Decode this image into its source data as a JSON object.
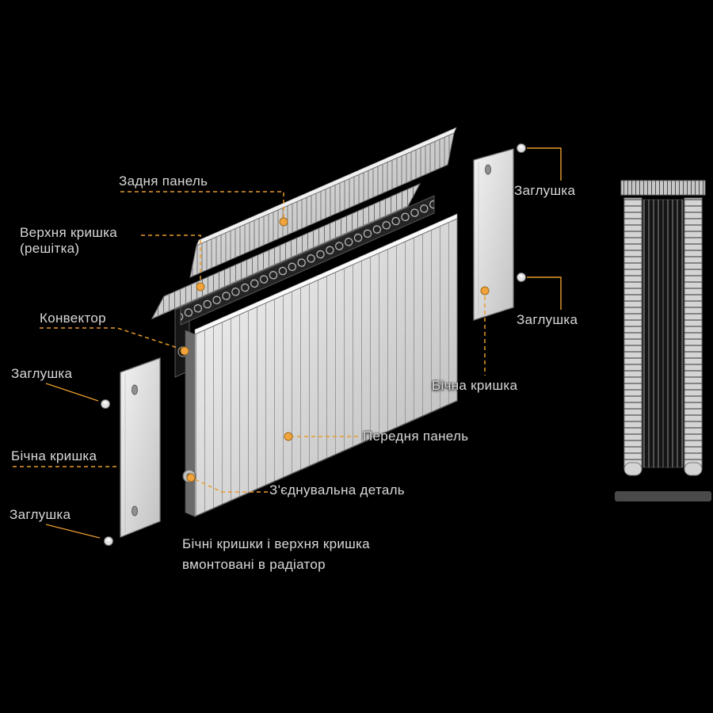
{
  "figure": {
    "labels": {
      "back_panel": "Задня панель",
      "top_cover": "Верхня кришка (решітка)",
      "convector": "Конвектор",
      "plug_left": "Заглушка",
      "side_cover_left": "Бічна кришка",
      "plug_bottom_left": "Заглушка",
      "plug_top_right": "Заглушка",
      "plug_right": "Заглушка",
      "side_cover_right": "Бічна кришка",
      "front_panel": "Передня панель",
      "connector": "З'єднувальна деталь",
      "note": "Бічні кришки і верхня кришка вмонтовані в радіатор"
    },
    "colors": {
      "background": "#000000",
      "text": "#d9d9d9",
      "leader": "#e89b2e",
      "marker": "#f2a33c"
    }
  }
}
